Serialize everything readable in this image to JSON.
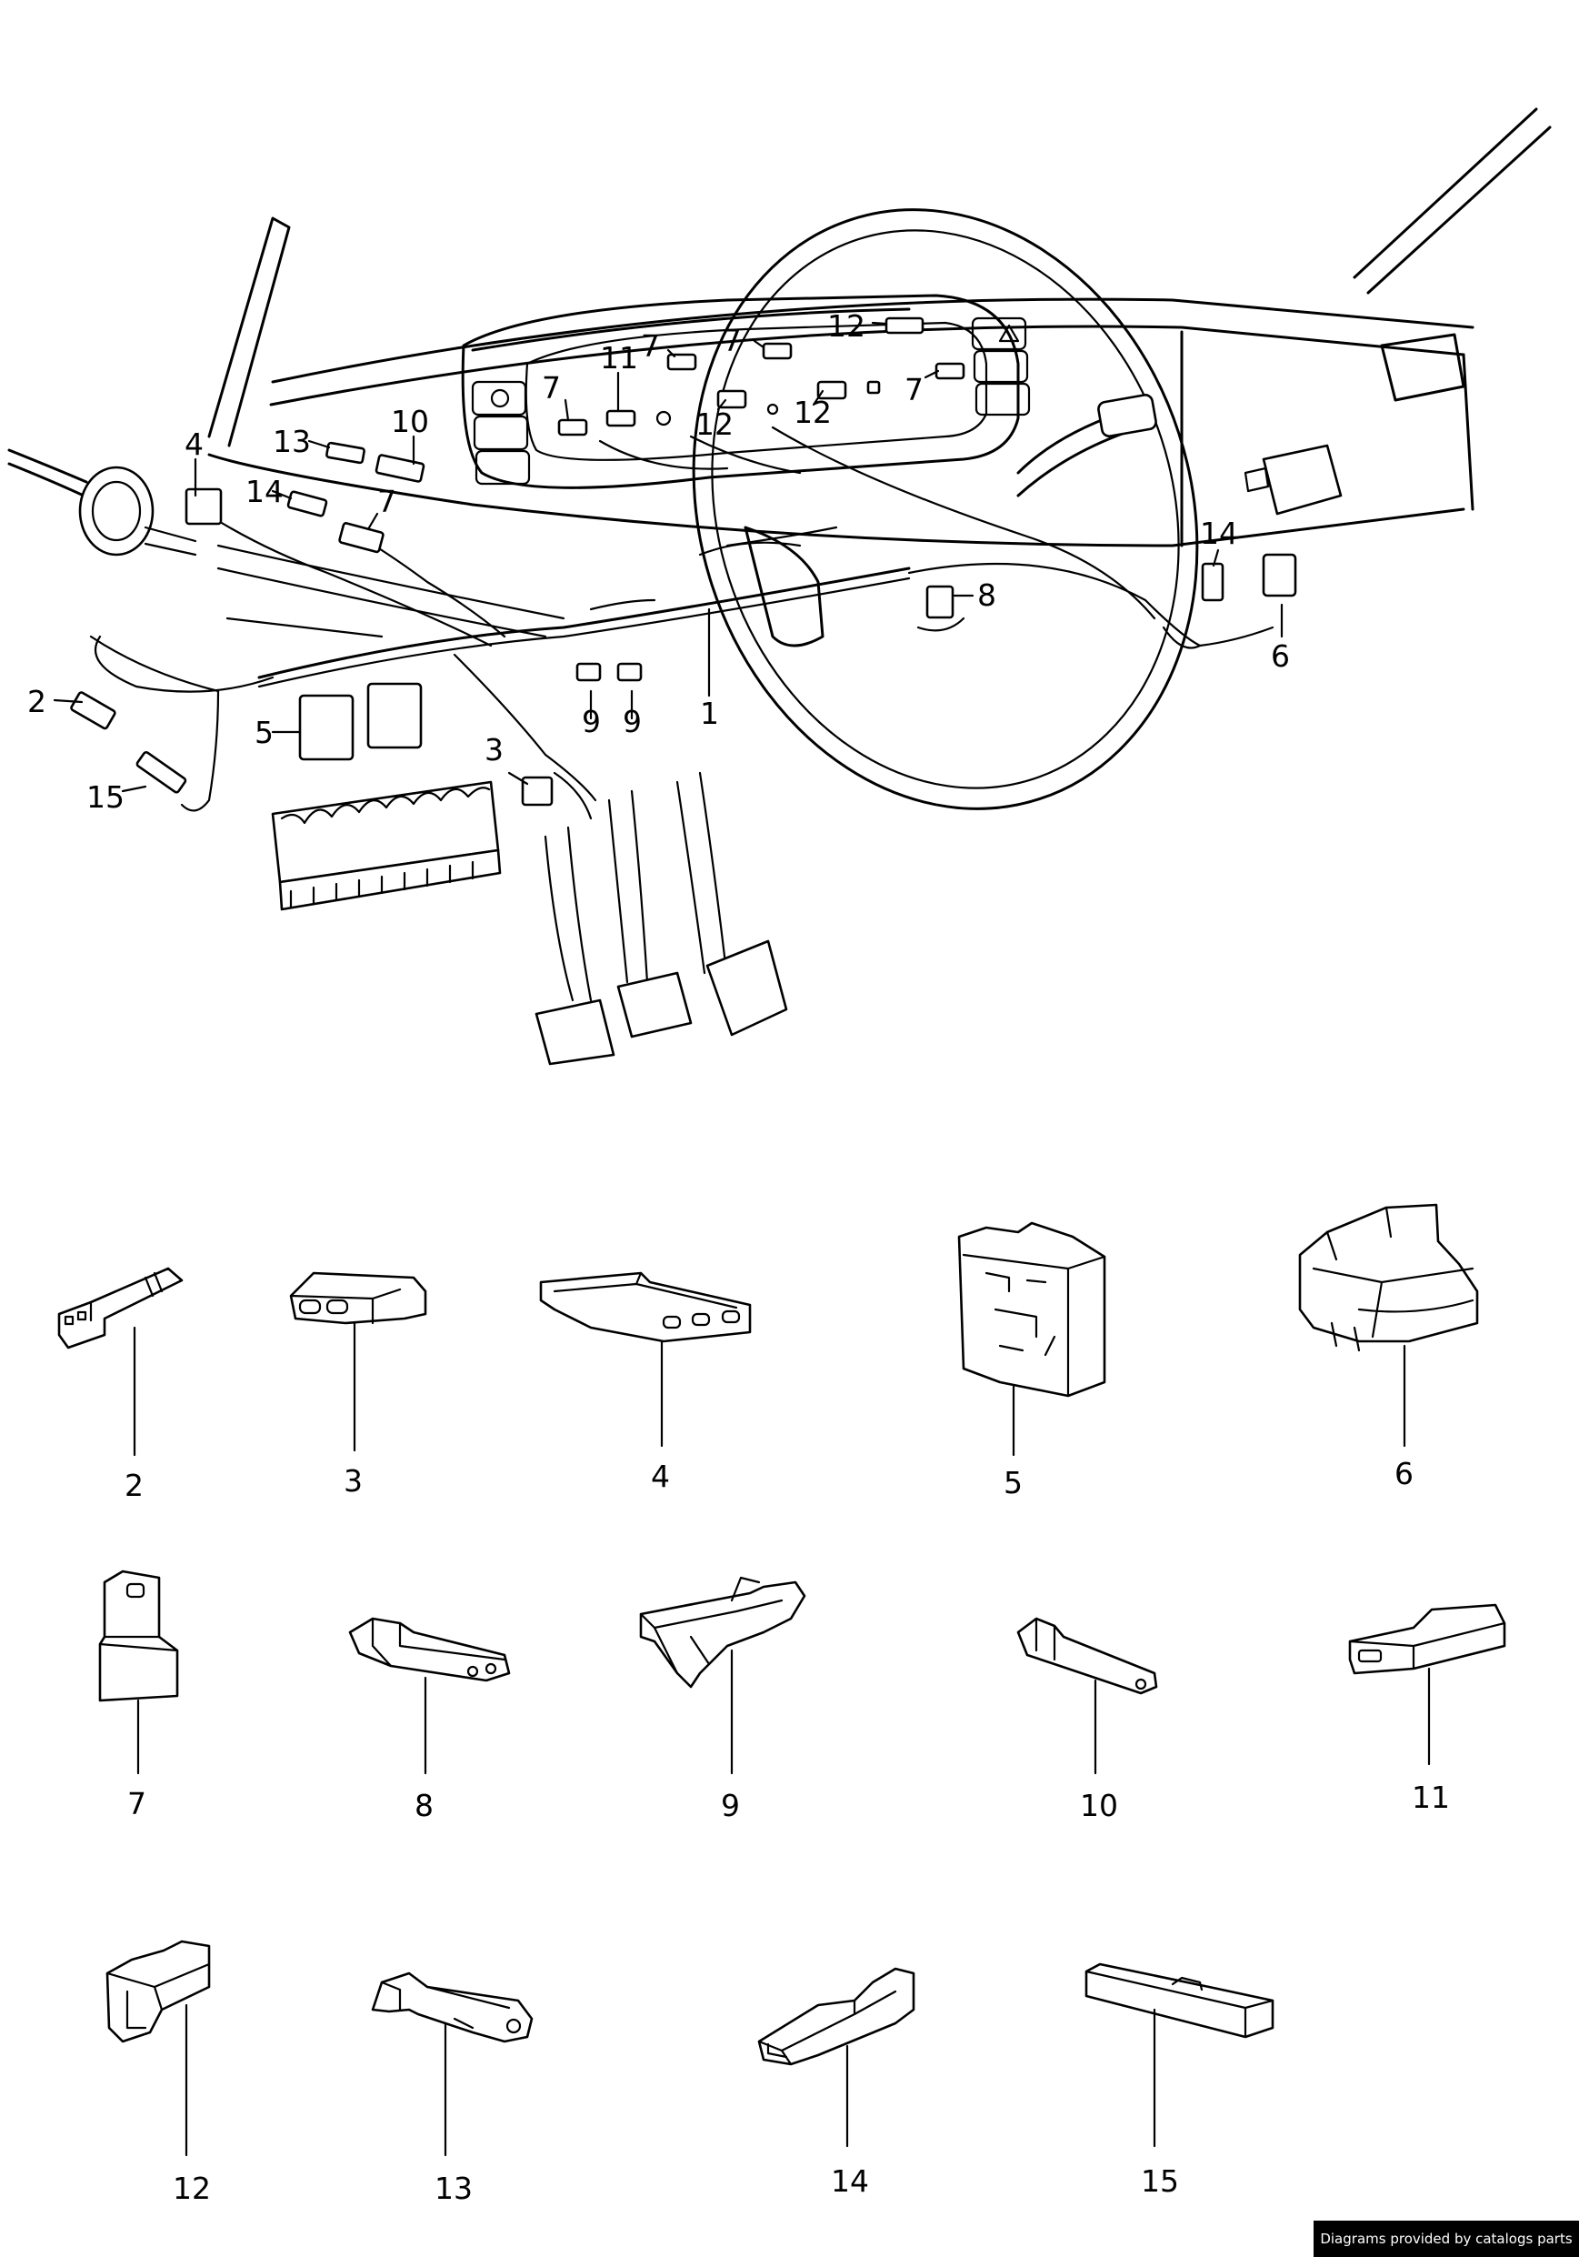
{
  "overview_labels": [
    "1",
    "2",
    "3",
    "4",
    "5",
    "6",
    "7",
    "7",
    "7",
    "7",
    "7",
    "8",
    "9",
    "9",
    "10",
    "11",
    "12",
    "12",
    "12",
    "13",
    "14",
    "14",
    "15"
  ],
  "parts": [
    {
      "number": "2"
    },
    {
      "number": "3"
    },
    {
      "number": "4"
    },
    {
      "number": "5"
    },
    {
      "number": "6"
    },
    {
      "number": "7"
    },
    {
      "number": "8"
    },
    {
      "number": "9"
    },
    {
      "number": "10"
    },
    {
      "number": "11"
    },
    {
      "number": "12"
    },
    {
      "number": "13"
    },
    {
      "number": "14"
    },
    {
      "number": "15"
    }
  ],
  "footer": {
    "text": "Diagrams provided by catalogs parts"
  }
}
